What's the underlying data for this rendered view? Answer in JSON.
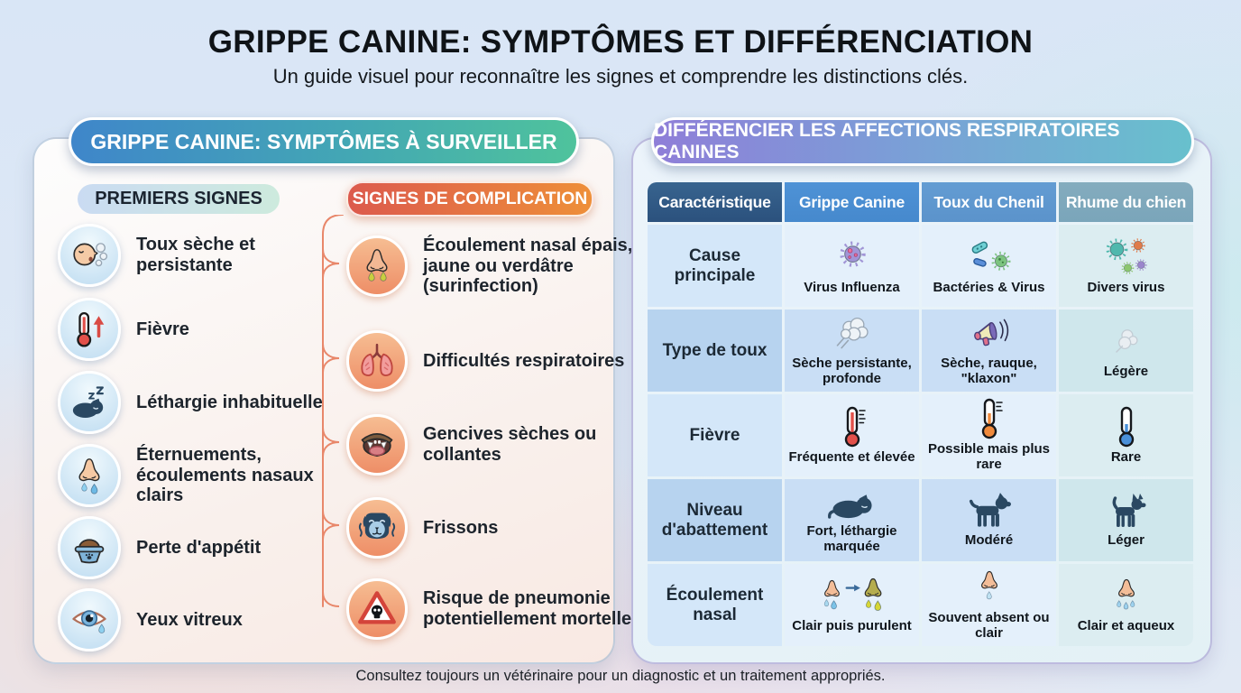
{
  "page": {
    "title": "GRIPPE CANINE: SYMPTÔMES ET DIFFÉRENCIATION",
    "subtitle": "Un guide visuel pour reconnaître les signes et comprendre les distinctions clés.",
    "footer": "Consultez toujours un vétérinaire pour un diagnostic et un traitement appropriés."
  },
  "left_panel": {
    "header": "GRIPPE CANINE: SYMPTÔMES À SURVEILLER",
    "early_signs": {
      "header": "PREMIERS SIGNES",
      "items": [
        {
          "icon": "coughing-person-icon",
          "label": "Toux sèche et persistante"
        },
        {
          "icon": "thermometer-rising-icon",
          "label": "Fièvre"
        },
        {
          "icon": "sleeping-dog-icon",
          "label": "Léthargie inhabituelle"
        },
        {
          "icon": "nose-clear-drip-icon",
          "label": "Éternuements, écoulements nasaux clairs"
        },
        {
          "icon": "food-bowl-icon",
          "label": "Perte d'appétit"
        },
        {
          "icon": "teary-eye-icon",
          "label": "Yeux vitreux"
        }
      ]
    },
    "complication_signs": {
      "header": "SIGNES DE COMPLICATION",
      "items": [
        {
          "icon": "nose-thick-discharge-icon",
          "label": "Écoulement nasal épais, jaune ou verdâtre (surinfection)"
        },
        {
          "icon": "lungs-icon",
          "label": "Difficultés respiratoires"
        },
        {
          "icon": "dog-gums-icon",
          "label": "Gencives sèches ou collantes"
        },
        {
          "icon": "shivering-dog-icon",
          "label": "Frissons"
        },
        {
          "icon": "pneumonia-warning-icon",
          "label": "Risque de pneumonie potentiellement mortelle"
        }
      ]
    }
  },
  "right_panel": {
    "header": "DIFFÉRENCIER LES AFFECTIONS RESPIRATOIRES CANINES",
    "table": {
      "columns": [
        "Caractéristique",
        "Grippe Canine",
        "Toux du Chenil",
        "Rhume du chien"
      ],
      "rows": [
        {
          "label": "Cause principale",
          "cells": [
            {
              "icon": "influenza-virus-icon",
              "text": "Virus Influenza"
            },
            {
              "icon": "bacteria-and-virus-icon",
              "text": "Bactéries & Virus"
            },
            {
              "icon": "various-viruses-icon",
              "text": "Divers virus"
            }
          ]
        },
        {
          "label": "Type de toux",
          "cells": [
            {
              "icon": "cough-puff-strong-icon",
              "text": "Sèche persistante, profonde"
            },
            {
              "icon": "megaphone-icon",
              "text": "Sèche, rauque, \"klaxon\""
            },
            {
              "icon": "cough-puff-light-icon",
              "text": "Légère"
            }
          ]
        },
        {
          "label": "Fièvre",
          "cells": [
            {
              "icon": "thermometer-red-icon",
              "text": "Fréquente et élevée"
            },
            {
              "icon": "thermometer-orange-icon",
              "text": "Possible mais plus rare"
            },
            {
              "icon": "thermometer-blue-icon",
              "text": "Rare"
            }
          ]
        },
        {
          "label": "Niveau d'abattement",
          "cells": [
            {
              "icon": "lying-dog-icon",
              "text": "Fort, léthargie marquée"
            },
            {
              "icon": "standing-dog-icon",
              "text": "Modéré"
            },
            {
              "icon": "alert-dog-icon",
              "text": "Léger"
            }
          ]
        },
        {
          "label": "Écoulement nasal",
          "cells": [
            {
              "icon": "nose-clear-to-purulent-icon",
              "text": "Clair puis purulent"
            },
            {
              "icon": "nose-single-drop-icon",
              "text": "Souvent absent ou clair"
            },
            {
              "icon": "nose-watery-icon",
              "text": "Clair et aqueux"
            }
          ]
        }
      ]
    }
  },
  "colors": {
    "left_header_gradient": [
      "#3f86ca",
      "#4fc39c"
    ],
    "complication_accent": "#e2674b",
    "right_header_gradient": [
      "#8f7ed8",
      "#68c0cd"
    ],
    "table_header_cells": [
      "#2f5a88",
      "#4a8ed3",
      "#5f9ad2",
      "#7fa9bd"
    ],
    "early_icon_bg": "#cfe4f4",
    "comp_icon_bg": "#f2a478"
  }
}
